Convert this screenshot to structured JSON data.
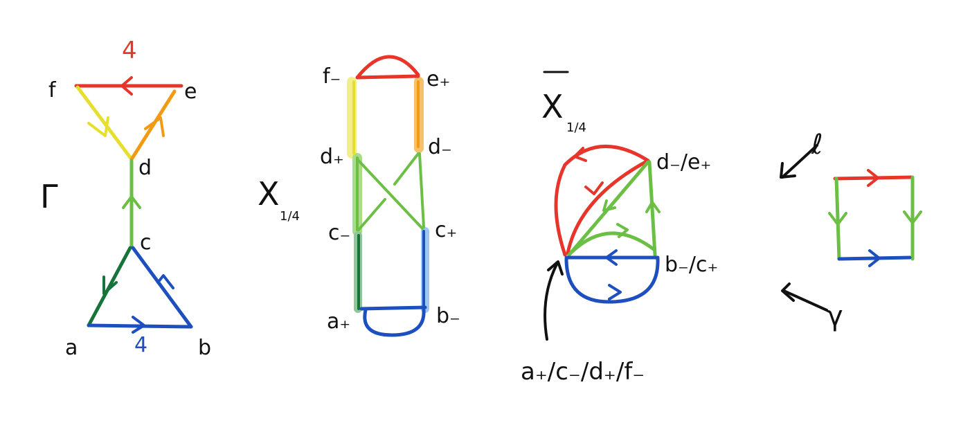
{
  "colors": {
    "red": "#e8352b",
    "orange": "#f39a13",
    "yellow": "#e6df2e",
    "green": "#6bbf45",
    "dark_green": "#16743a",
    "blue": "#1d4fbf",
    "light_blue": "#5aa7ee",
    "light_green": "#a9dc86",
    "pale_yellow": "#f2ef8a",
    "light_orange": "#f7c06a",
    "black": "#111111"
  },
  "gamma": {
    "symbol": "Γ",
    "edge_label_top": "4",
    "edge_label_bottom": "4",
    "vertices": {
      "a": "a",
      "b": "b",
      "c": "c",
      "d": "d",
      "e": "e",
      "f": "f"
    }
  },
  "x_quarter": {
    "symbol": "X",
    "subscript": "1/4",
    "labels": {
      "f_minus": "f₋",
      "e_plus": "e₊",
      "d_plus": "d₊",
      "d_minus": "d₋",
      "c_minus": "c₋",
      "c_plus": "c₊",
      "a_plus": "a₊",
      "b_minus": "b₋"
    }
  },
  "xbar_quarter": {
    "symbol": "X",
    "subscript": "1/4",
    "labels": {
      "top_right": "d₋/e₊",
      "bottom_right": "b₋/c₊",
      "bottom_left": "a₊/c₋/d₊/f₋"
    }
  },
  "loops": {
    "top_letter": "ℓ",
    "bottom_letter": "γ"
  }
}
